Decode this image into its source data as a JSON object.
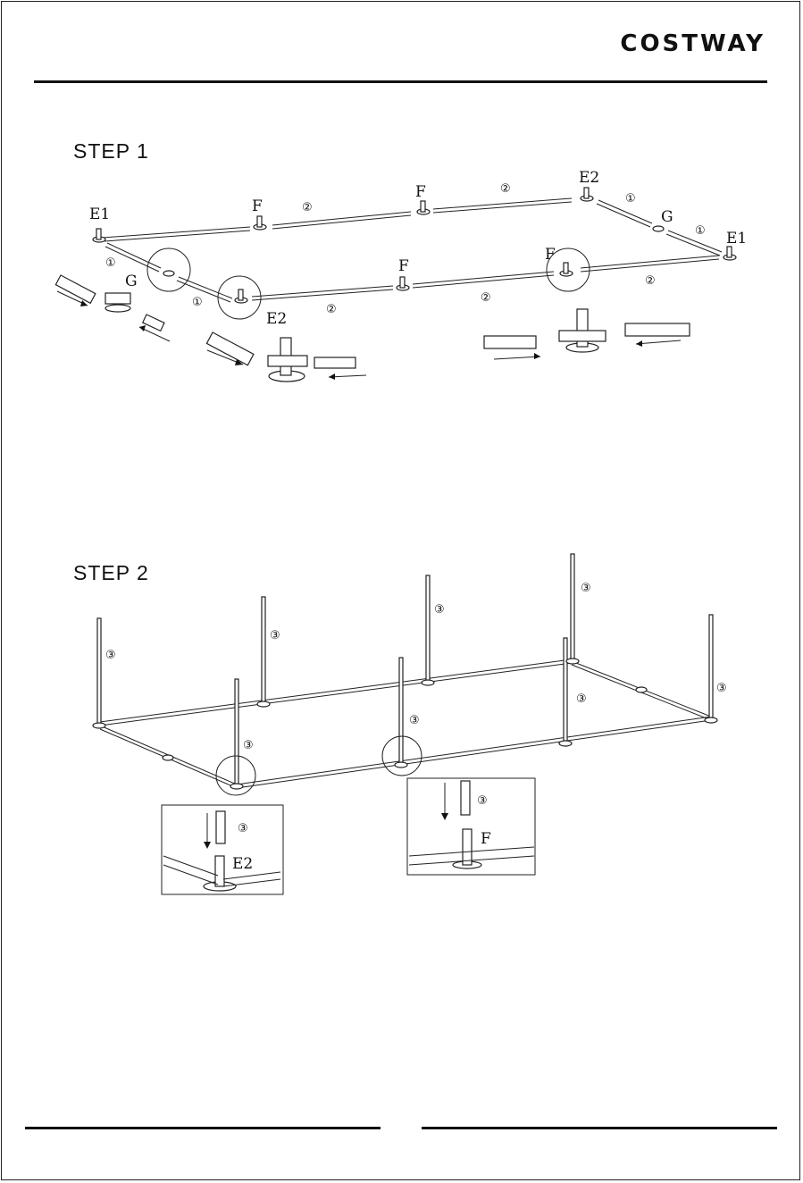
{
  "brand": "COSTWAY",
  "step1": {
    "title": "STEP 1",
    "labels": {
      "e1_left": "E1",
      "e1_right": "E1",
      "e2_top": "E2",
      "e2_bottom": "E2",
      "f1": "F",
      "f2": "F",
      "f3": "F",
      "f4": "F",
      "g_left": "G",
      "g_right": "G"
    },
    "part_numbers": {
      "one": "①",
      "two": "②"
    }
  },
  "step2": {
    "title": "STEP 2",
    "labels": {
      "detail_e2": "E2",
      "detail_f": "F"
    },
    "part_number": "③"
  }
}
